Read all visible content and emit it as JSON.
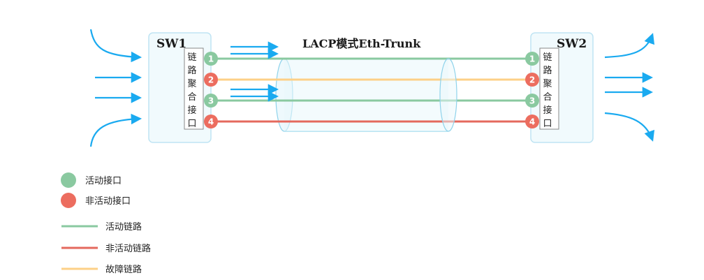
{
  "diagram": {
    "title": "LACP模式Eth-Trunk",
    "switches": [
      {
        "name": "SW1",
        "side": "left",
        "interface_label": "链路聚合接口"
      },
      {
        "name": "SW2",
        "side": "right",
        "interface_label": "链路聚合接口"
      }
    ],
    "links": [
      {
        "port": "1",
        "state": "active"
      },
      {
        "port": "2",
        "state": "faulty"
      },
      {
        "port": "3",
        "state": "active"
      },
      {
        "port": "4",
        "state": "inactive"
      }
    ],
    "colors": {
      "active_port": "#8ac9a0",
      "inactive_port": "#ec6d5f",
      "active_link": "#8ac9a0",
      "inactive_link": "#e4695d",
      "faulty_link": "#fdd087",
      "traffic_arrow": "#1aaaf0",
      "switch_fill": "#f1fafd",
      "switch_border": "#bfe4f3",
      "cylinder": "#8fd3eb"
    }
  },
  "legend": {
    "items": [
      {
        "kind": "dot",
        "color": "#8ac9a0",
        "label": "活动接口"
      },
      {
        "kind": "dot",
        "color": "#ec6d5f",
        "label": "非活动接口"
      },
      {
        "kind": "line",
        "color": "#8ac9a0",
        "label": "活动链路"
      },
      {
        "kind": "line",
        "color": "#e4695d",
        "label": "非活动链路"
      },
      {
        "kind": "line",
        "color": "#fdd087",
        "label": "故障链路"
      }
    ]
  }
}
